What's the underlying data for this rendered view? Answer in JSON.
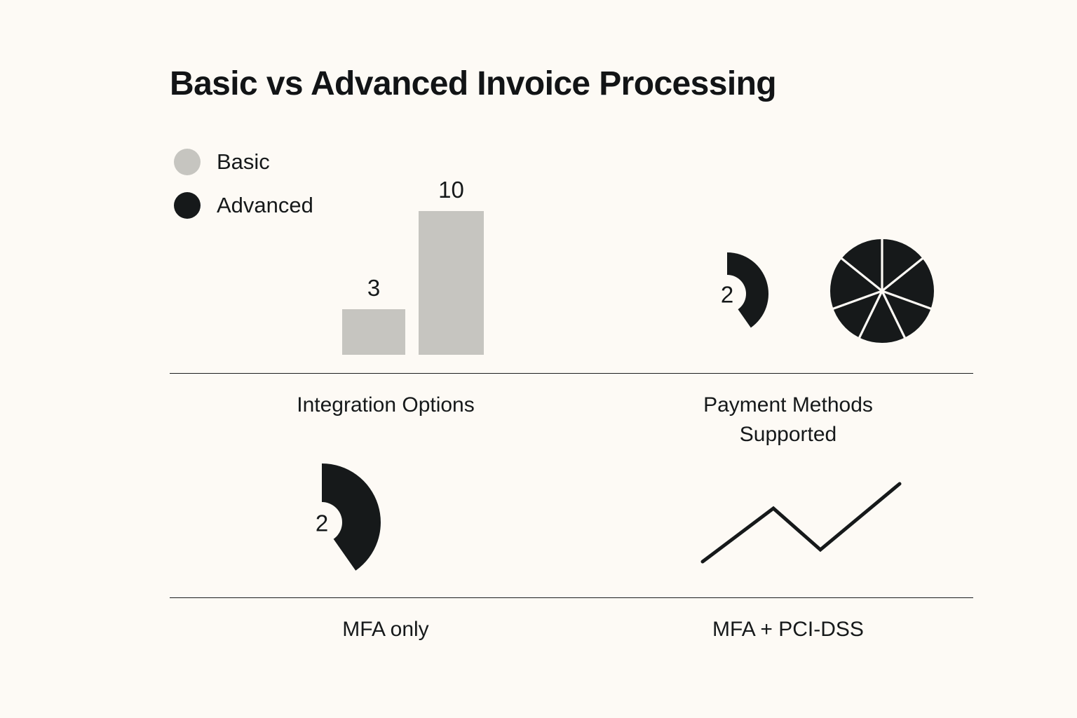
{
  "title": "Basic vs Advanced Invoice Processing",
  "colors": {
    "background": "#fdfaf5",
    "basic": "#c6c5c0",
    "advanced": "#16191a",
    "text": "#16191a",
    "divider": "#1b1d1e",
    "hole": "#fdfaf5"
  },
  "legend": {
    "items": [
      {
        "label": "Basic",
        "color": "#c6c5c0",
        "swatch": "circle-swatch-basic"
      },
      {
        "label": "Advanced",
        "color": "#16191a",
        "swatch": "circle-swatch-advanced"
      }
    ]
  },
  "panels": {
    "integration": {
      "caption": "Integration Options",
      "bars": [
        {
          "label": "Basic",
          "value": "3",
          "value_num": 3
        },
        {
          "label": "Advanced",
          "value": "10",
          "value_num": 10
        }
      ]
    },
    "payment": {
      "caption": "Payment Methods\nSupported",
      "donut_center": "2"
    },
    "mfa_only": {
      "caption": "MFA only",
      "donut_center": "2"
    },
    "mfa_pci": {
      "caption": "MFA + PCI-DSS"
    }
  },
  "chart_data": [
    {
      "type": "bar",
      "title": "Integration Options",
      "categories": [
        "Basic",
        "Advanced"
      ],
      "values": [
        3,
        10
      ],
      "series": [
        {
          "name": "Integration Options",
          "values": [
            3,
            10
          ]
        }
      ],
      "data_labels": [
        "3",
        "10"
      ],
      "xlabel": "",
      "ylabel": "",
      "ylim": [
        0,
        10
      ],
      "grid": false,
      "legend": "top-left",
      "bar_color": "#c6c5c0"
    },
    {
      "type": "pie",
      "title": "Payment Methods Supported",
      "subtitle": "Basic",
      "center_label": "2",
      "labels": [
        "Advanced",
        "Basic"
      ],
      "values": [
        40,
        60
      ],
      "colors": [
        "#16191a",
        "#c6c5c0"
      ],
      "donut": true,
      "hole_ratio": 0.46,
      "start_angle_deg": 0
    },
    {
      "type": "pie",
      "title": "Payment Methods Supported",
      "subtitle": "Advanced",
      "labels": [
        "Seg 1",
        "Seg 2",
        "Seg 3",
        "Seg 4",
        "Seg 5",
        "Seg 6",
        "Seg 7"
      ],
      "values": [
        1,
        1,
        1,
        1,
        1,
        1,
        1
      ],
      "colors": [
        "#16191a",
        "#16191a",
        "#16191a",
        "#16191a",
        "#16191a",
        "#16191a",
        "#16191a"
      ],
      "donut": false,
      "segment_count": 7,
      "divider_color": "#fdfaf5"
    },
    {
      "type": "pie",
      "title": "MFA only",
      "center_label": "2",
      "labels": [
        "Advanced",
        "Basic"
      ],
      "values": [
        40,
        60
      ],
      "colors": [
        "#16191a",
        "#c6c5c0"
      ],
      "donut": true,
      "hole_ratio": 0.35,
      "start_angle_deg": 0
    },
    {
      "type": "line",
      "title": "MFA + PCI-DSS",
      "x": [
        0,
        1,
        2,
        3
      ],
      "values": [
        0,
        3,
        0.7,
        4.4
      ],
      "series": [
        {
          "name": "MFA + PCI-DSS",
          "values": [
            0,
            3,
            0.7,
            4.4
          ]
        }
      ],
      "xlabel": "",
      "ylabel": "",
      "grid": false,
      "line_color": "#16191a",
      "line_width": 5
    }
  ]
}
